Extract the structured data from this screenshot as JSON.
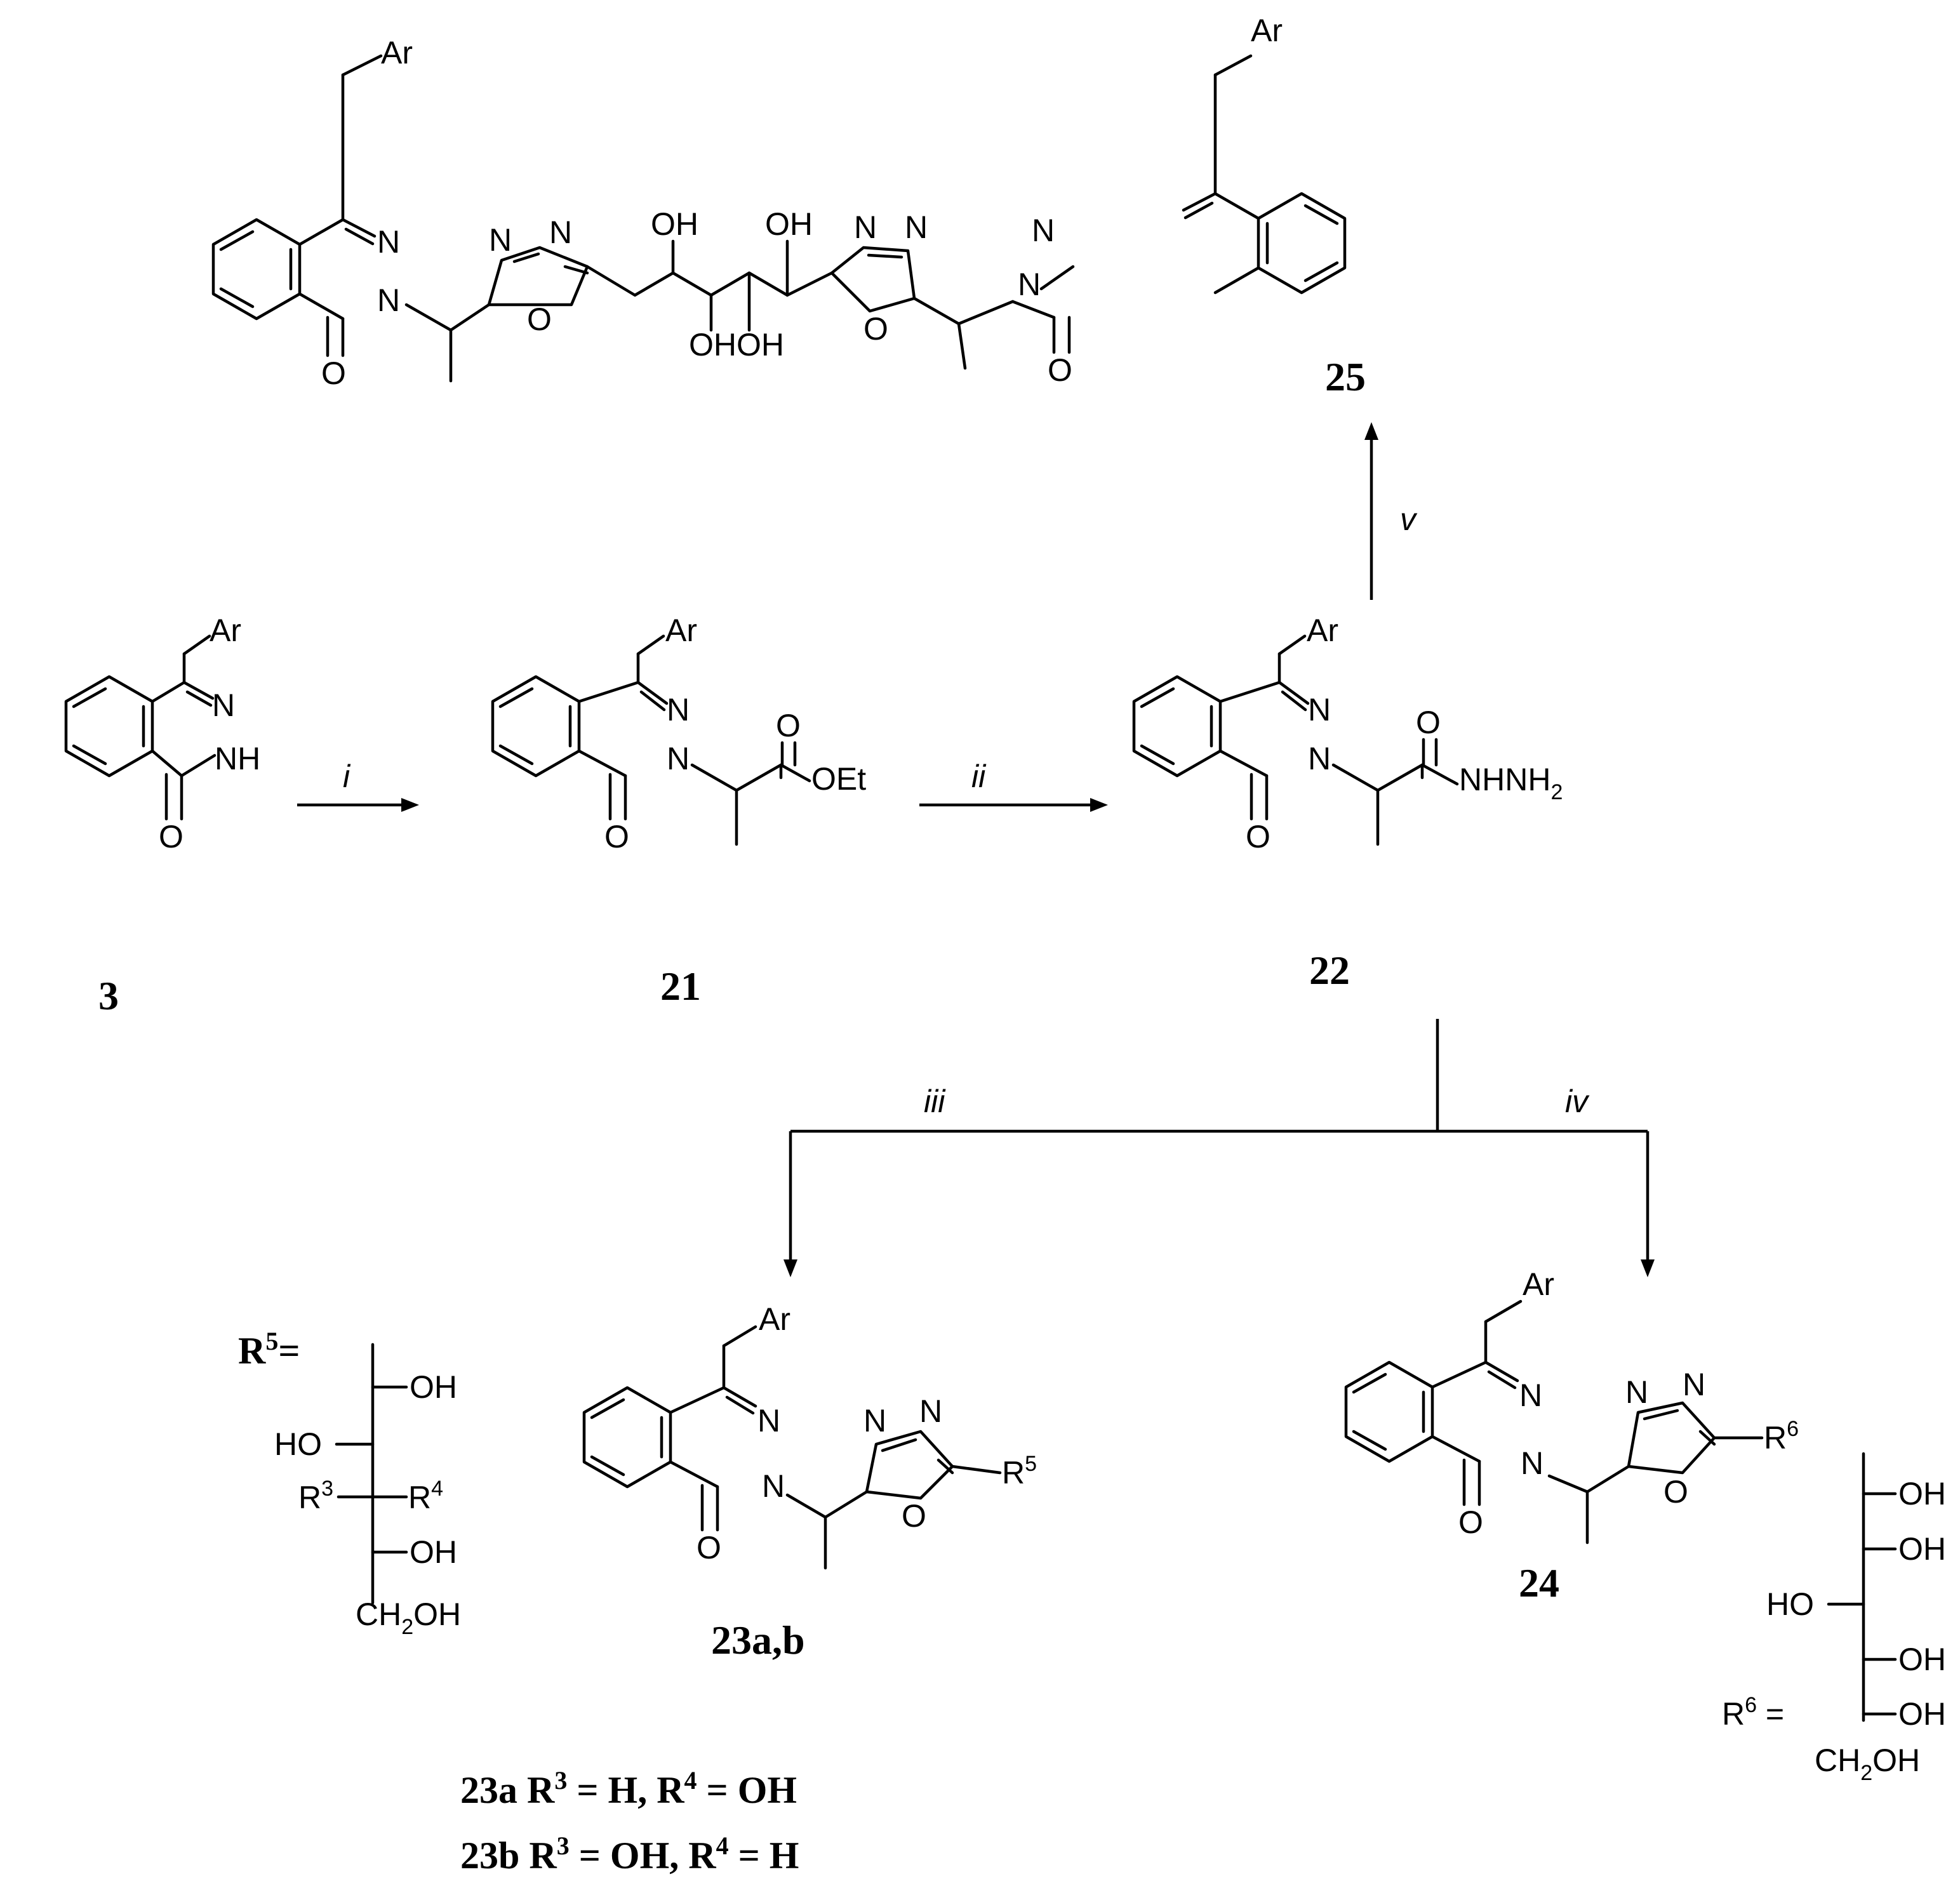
{
  "atoms": {
    "ar": "Ar",
    "n": "N",
    "nh": "NH",
    "o": "O",
    "oet": "OEt",
    "nhnh": "NHNH",
    "sub2": "2",
    "oh": "OH",
    "ho": "HO",
    "ohoh": "OHOH",
    "r": "R",
    "ch2oh_pre": "CH",
    "ch2oh_post": "OH"
  },
  "compounds": {
    "c3": "3",
    "c21": "21",
    "c22": "22",
    "c23": "23a,b",
    "c24": "24",
    "c25": "25"
  },
  "reagents": {
    "i": "i",
    "ii": "ii",
    "iii": "iii",
    "iv": "iv",
    "v": "v"
  },
  "r_labels": {
    "r3": "3",
    "r4": "4",
    "r5": "5",
    "r6": "6",
    "r5_eq": "=",
    "r6_eq": " ="
  },
  "definitions": {
    "d23a_pre": "23a  R",
    "d23a_mid": " = H, R",
    "d23a_post": " = OH",
    "d23b_pre": "23b  R",
    "d23b_mid": " = OH, R",
    "d23b_post": " = H",
    "sup3": "3",
    "sup4": "4"
  }
}
